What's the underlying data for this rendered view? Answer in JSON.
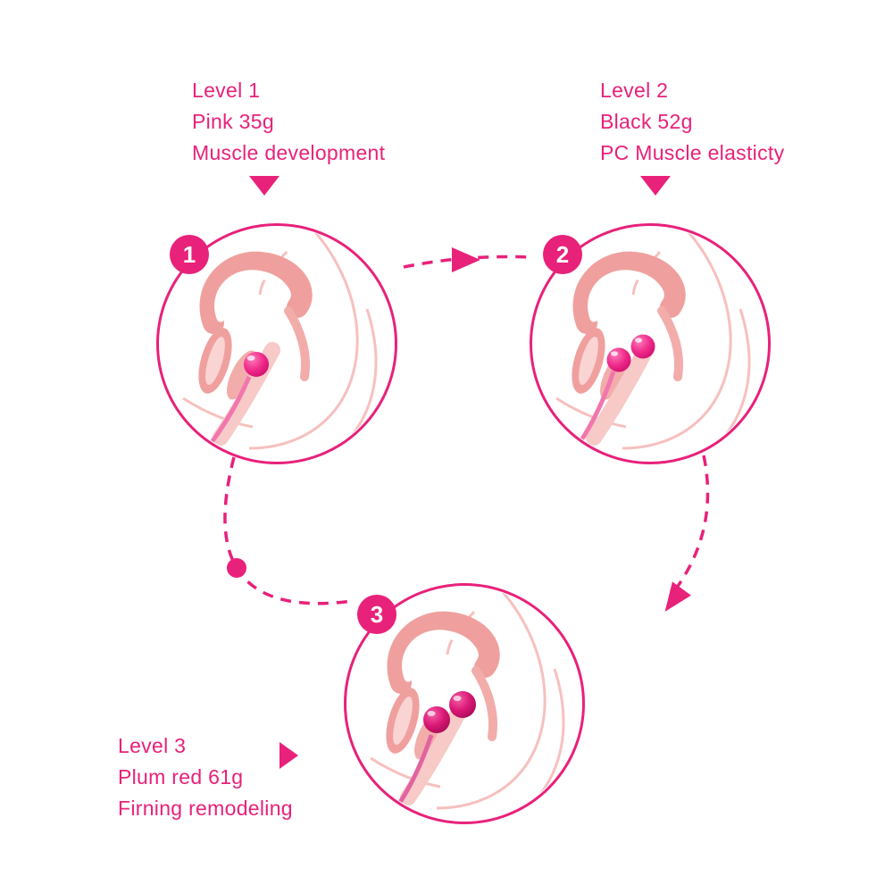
{
  "levels": [
    {
      "badge": "1",
      "title": "Level 1",
      "weight": "Pink 35g",
      "description": "Muscle development"
    },
    {
      "badge": "2",
      "title": "Level 2",
      "weight": "Black 52g",
      "description": "PC Muscle elasticty"
    },
    {
      "badge": "3",
      "title": "Level 3",
      "weight": "Plum red 61g",
      "description": "Firning remodeling"
    }
  ],
  "colors": {
    "accent": "#e8217a",
    "anatomy_fill": "#efa09e",
    "anatomy_outline": "#f6c0be",
    "ball_pink": "#ee2a8a",
    "ball_plum": "#d81674",
    "background": "#ffffff"
  }
}
